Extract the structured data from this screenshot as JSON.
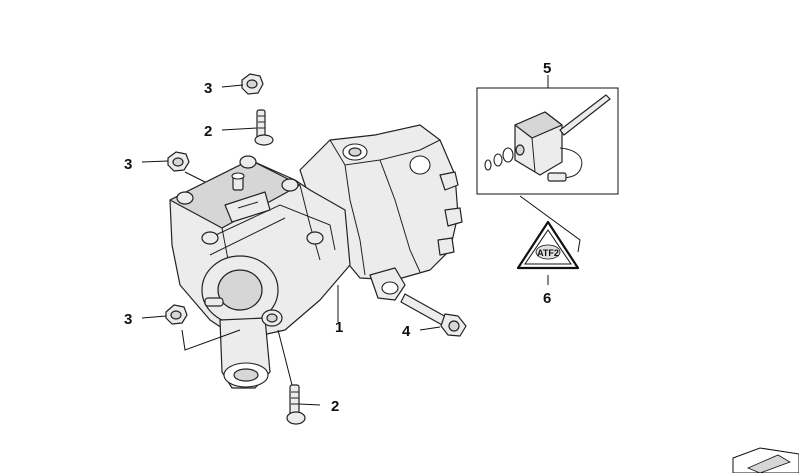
{
  "callouts": {
    "c1": "1",
    "c2_top": "2",
    "c2_bottom": "2",
    "c3_top": "3",
    "c3_mid": "3",
    "c3_bottom": "3",
    "c4": "4",
    "c5": "5",
    "c6": "6"
  },
  "warning_label_text": "ATF2",
  "colors": {
    "line": "#111111",
    "part_fill": "#ececec",
    "part_shade": "#d6d6d6",
    "background": "#ffffff"
  }
}
